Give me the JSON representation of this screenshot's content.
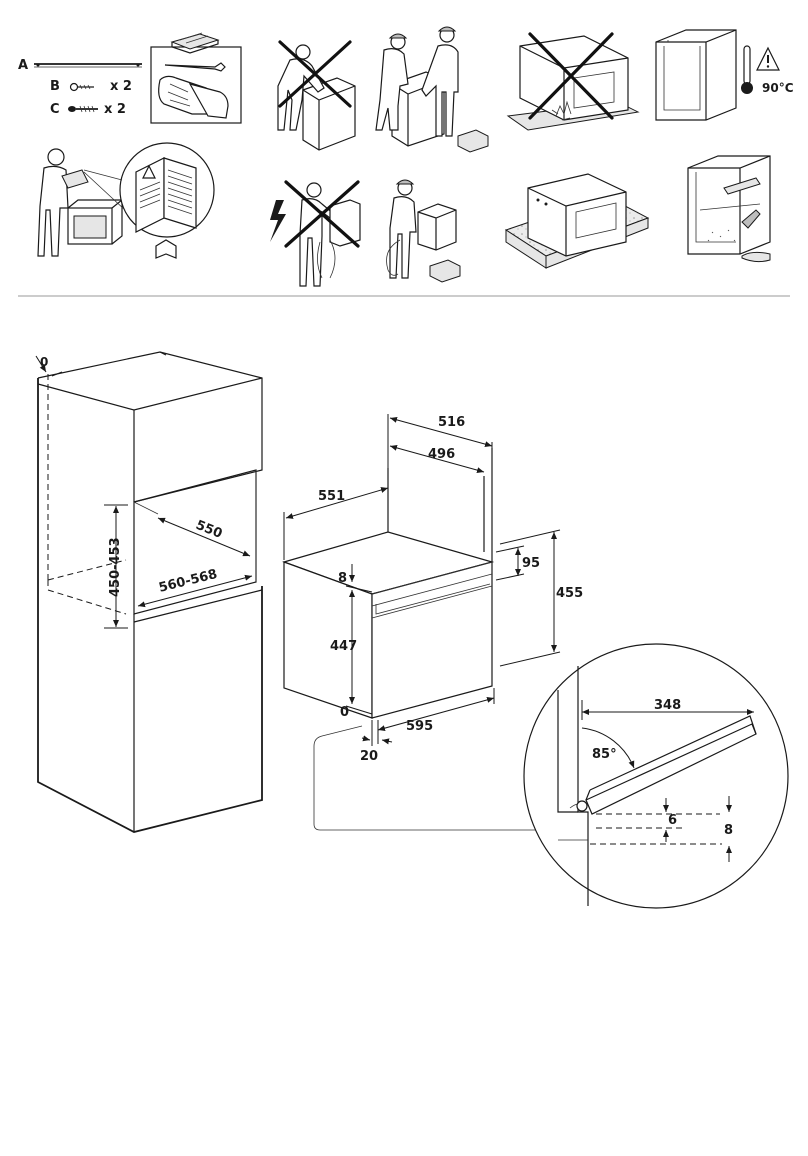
{
  "parts": {
    "part_a_letter": "A",
    "part_b_letter": "B",
    "part_b_qty": "x 2",
    "part_c_letter": "C",
    "part_c_qty": "x 2"
  },
  "warnings": {
    "temperature_label": "90°C"
  },
  "cabinet": {
    "top_offset": "0",
    "niche_height": "450-453",
    "niche_depth": "550",
    "niche_width": "560-568"
  },
  "oven": {
    "depth_total": "516",
    "depth_inner": "496",
    "side_depth": "551",
    "panel_height": "95",
    "total_height": "455",
    "top_gap": "8",
    "body_height": "447",
    "bottom_origin": "0",
    "width": "595",
    "front_offset": "20"
  },
  "detail": {
    "door_length": "348",
    "angle": "85°",
    "gap_small": "6",
    "gap_large": "8"
  }
}
